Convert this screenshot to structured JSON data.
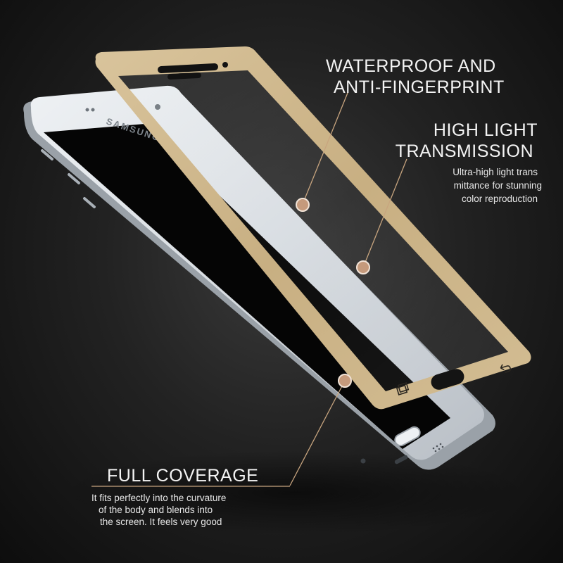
{
  "image": {
    "subject": "tempered glass screen protector over smartphone",
    "phone_brand_text": "SAMSUNG",
    "colors": {
      "background": "#1e1e1e",
      "protector_frame": "#cdb68c",
      "accent_line": "#c8a57f",
      "phone_body": "#d8dde2",
      "text": "#f4f4f4"
    }
  },
  "callouts": {
    "waterproof": {
      "title_line1": "WATERPROOF AND",
      "title_line2": "ANTI-FINGERPRINT"
    },
    "transmission": {
      "title_line1": "HIGH LIGHT",
      "title_line2": "TRANSMISSION",
      "desc_line1": "Ultra-high light trans",
      "desc_line2": "mittance for stunning",
      "desc_line3": "color reproduction"
    },
    "coverage": {
      "title": "FULL COVERAGE",
      "desc_line1": "It fits perfectly into the curvature",
      "desc_line2": "of the body and blends into",
      "desc_line3": "the screen. It feels very good"
    }
  }
}
